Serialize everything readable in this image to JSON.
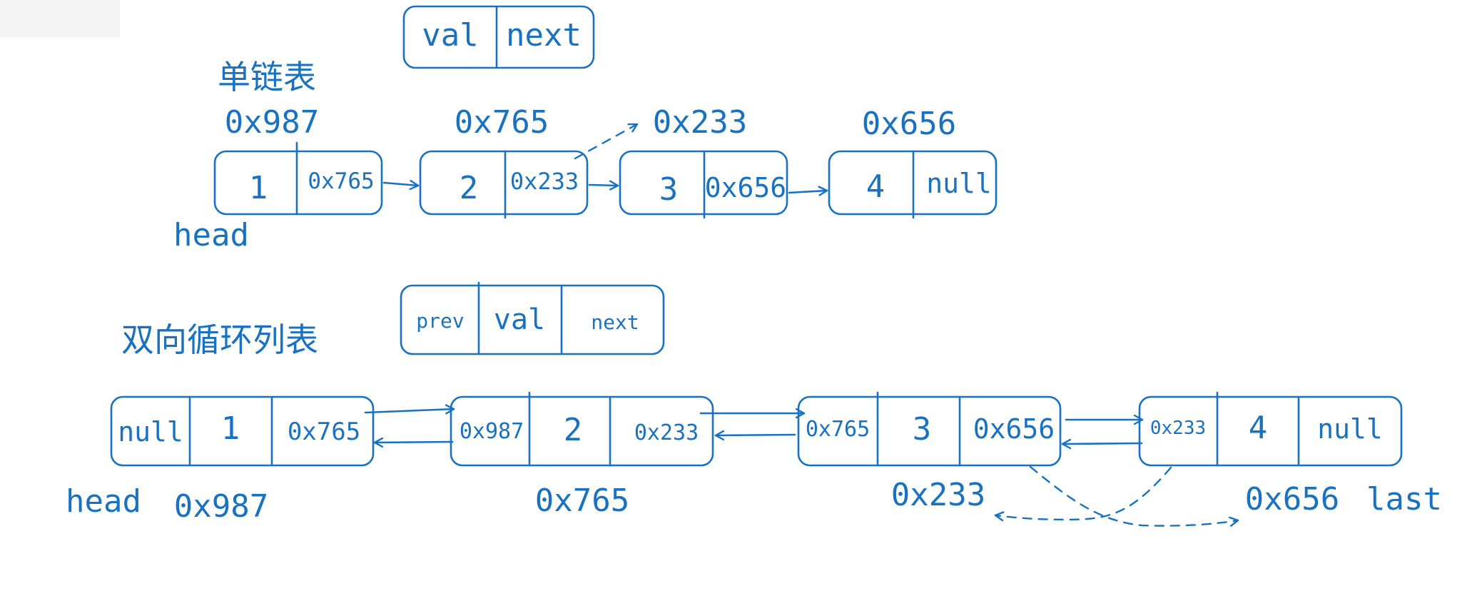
{
  "singly": {
    "title": "单链表",
    "legend": {
      "val": "val",
      "next": "next"
    },
    "addresses": [
      "0x987",
      "0x765",
      "0x233",
      "0x656"
    ],
    "nodes": [
      {
        "val": "1",
        "next": "0x765"
      },
      {
        "val": "2",
        "next": "0x233"
      },
      {
        "val": "3",
        "next": "0x656"
      },
      {
        "val": "4",
        "next": "null"
      }
    ],
    "head_label": "head"
  },
  "doubly": {
    "title": "双向循环列表",
    "legend": {
      "prev": "prev",
      "val": "val",
      "next": "next"
    },
    "nodes": [
      {
        "prev": "null",
        "val": "1",
        "next": "0x765"
      },
      {
        "prev": "0x987",
        "val": "2",
        "next": "0x233"
      },
      {
        "prev": "0x765",
        "val": "3",
        "next": "0x656"
      },
      {
        "prev": "0x233",
        "val": "4",
        "next": "null"
      }
    ],
    "addresses": [
      "0x987",
      "0x765",
      "0x233",
      "0x656"
    ],
    "head_label": "head",
    "last_label": "last"
  },
  "colors": {
    "ink": "#1971c2",
    "background": "#ffffff"
  }
}
